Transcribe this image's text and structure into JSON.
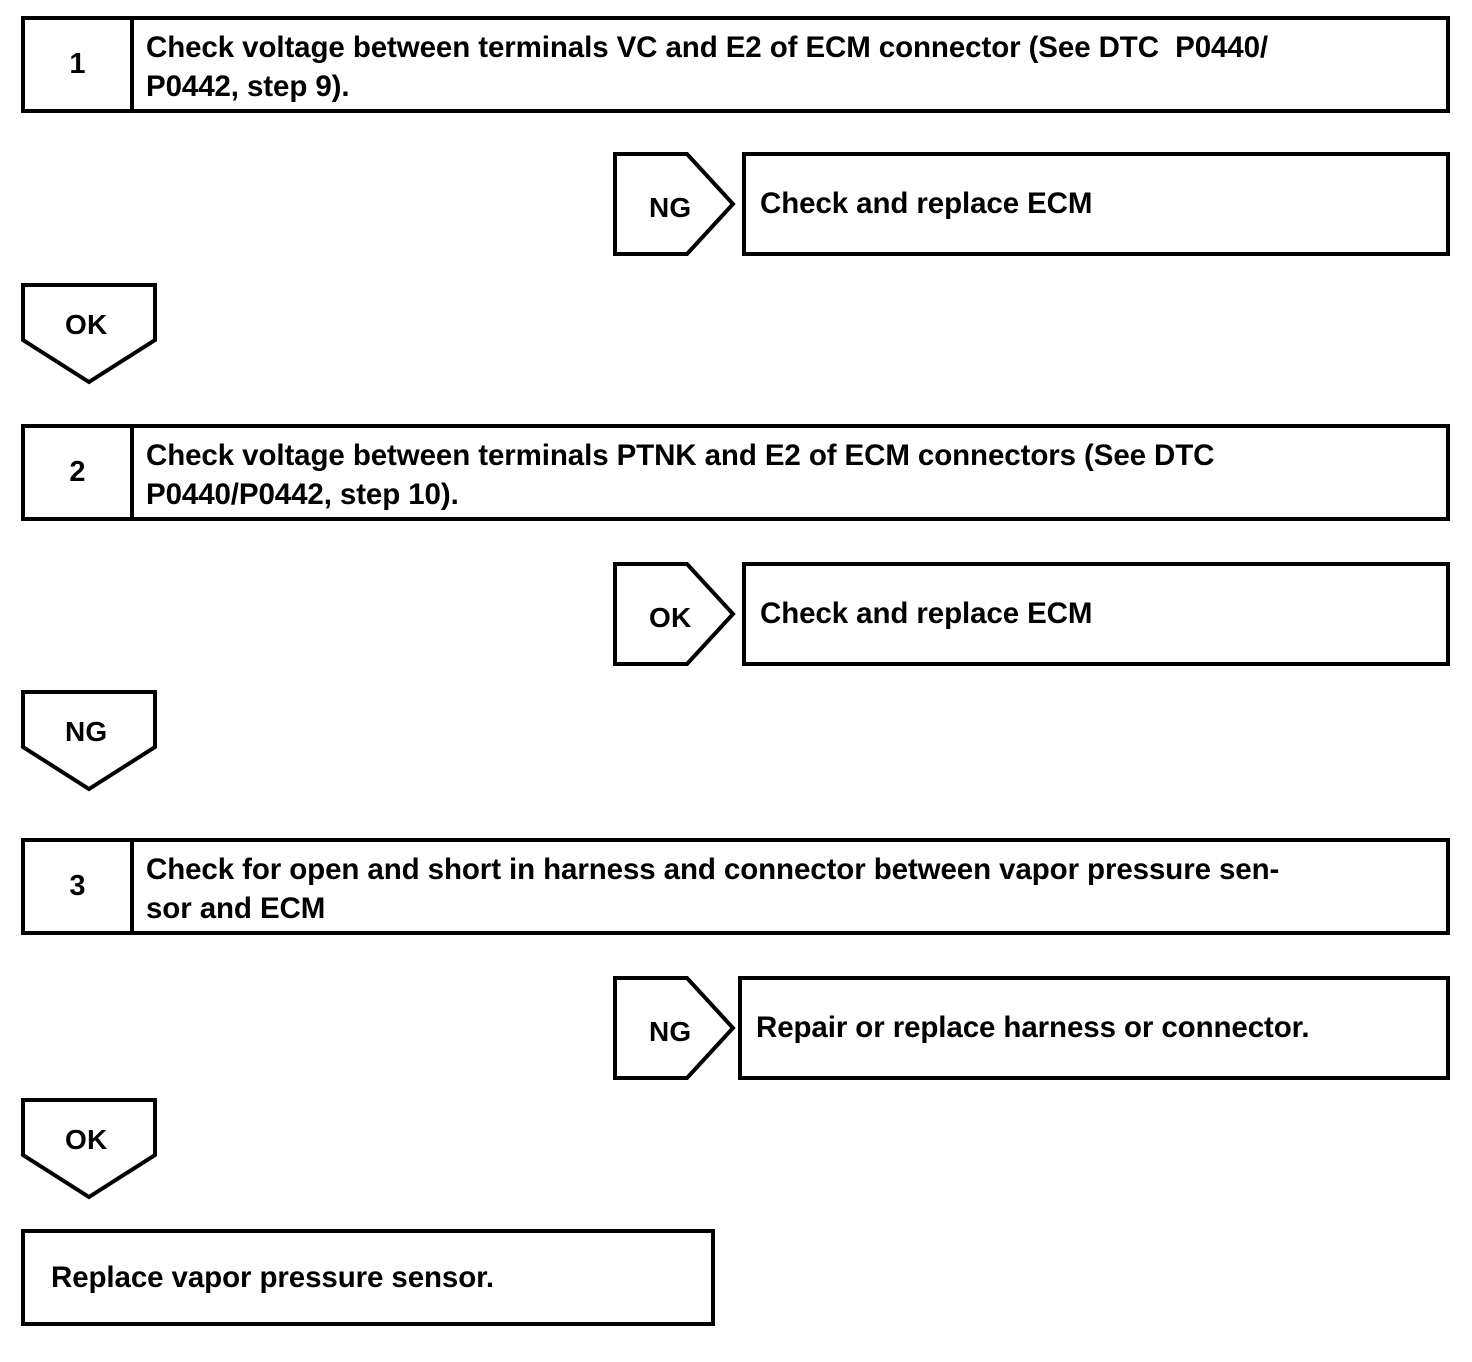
{
  "document": {
    "type": "automotive-diagnostic-flowchart",
    "title": "Vapor pressure sensor circuit diagnostic flow"
  },
  "steps": [
    {
      "number": "1",
      "lines": [
        "Check voltage between terminals VC and E2 of ECM connector (See DTC  P0440/",
        "P0442, step 9)."
      ]
    },
    {
      "number": "2",
      "lines": [
        "Check voltage between terminals PTNK and E2 of ECM connectors (See DTC",
        "P0440/P0442, step 10)."
      ]
    },
    {
      "number": "3",
      "lines": [
        "Check for open and short in harness and connector between vapor pressure sen-",
        "sor and ECM"
      ]
    }
  ],
  "branches": [
    {
      "label": "NG",
      "result": "Check and replace ECM"
    },
    {
      "label": "OK",
      "result": "Check and replace ECM"
    },
    {
      "label": "NG",
      "result": "Repair or replace harness or connector."
    }
  ],
  "flow_connectors": [
    {
      "label": "OK"
    },
    {
      "label": "NG"
    },
    {
      "label": "OK"
    }
  ],
  "terminal": {
    "text": "Replace vapor pressure sensor."
  },
  "colors": {
    "stroke": "#000000",
    "background": "#ffffff",
    "text": "#000000"
  }
}
